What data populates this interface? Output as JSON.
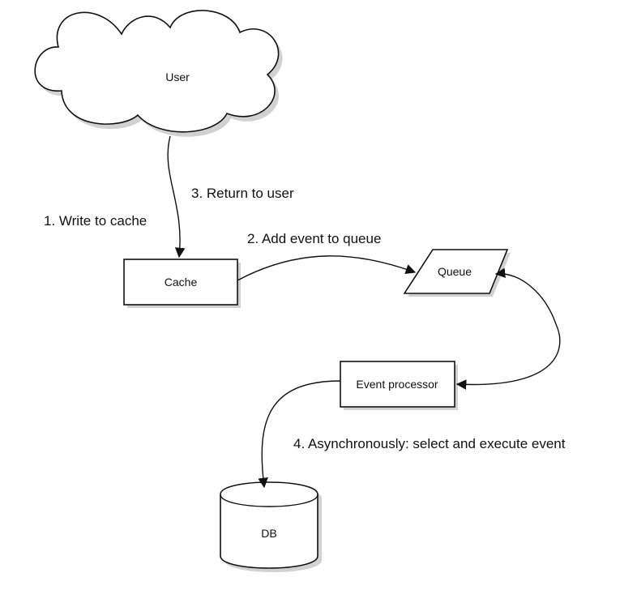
{
  "nodes": {
    "user": "User",
    "cache": "Cache",
    "queue": "Queue",
    "event_processor": "Event processor",
    "db": "DB"
  },
  "edges": {
    "write_to_cache": "1. Write to cache",
    "add_event_to_queue": "2. Add event to queue",
    "return_to_user": "3. Return to user",
    "async_execute": "4. Asynchronously: select and execute event"
  },
  "colors": {
    "stroke": "#111111",
    "fill": "#ffffff",
    "shadow": "#9a9a9a"
  }
}
